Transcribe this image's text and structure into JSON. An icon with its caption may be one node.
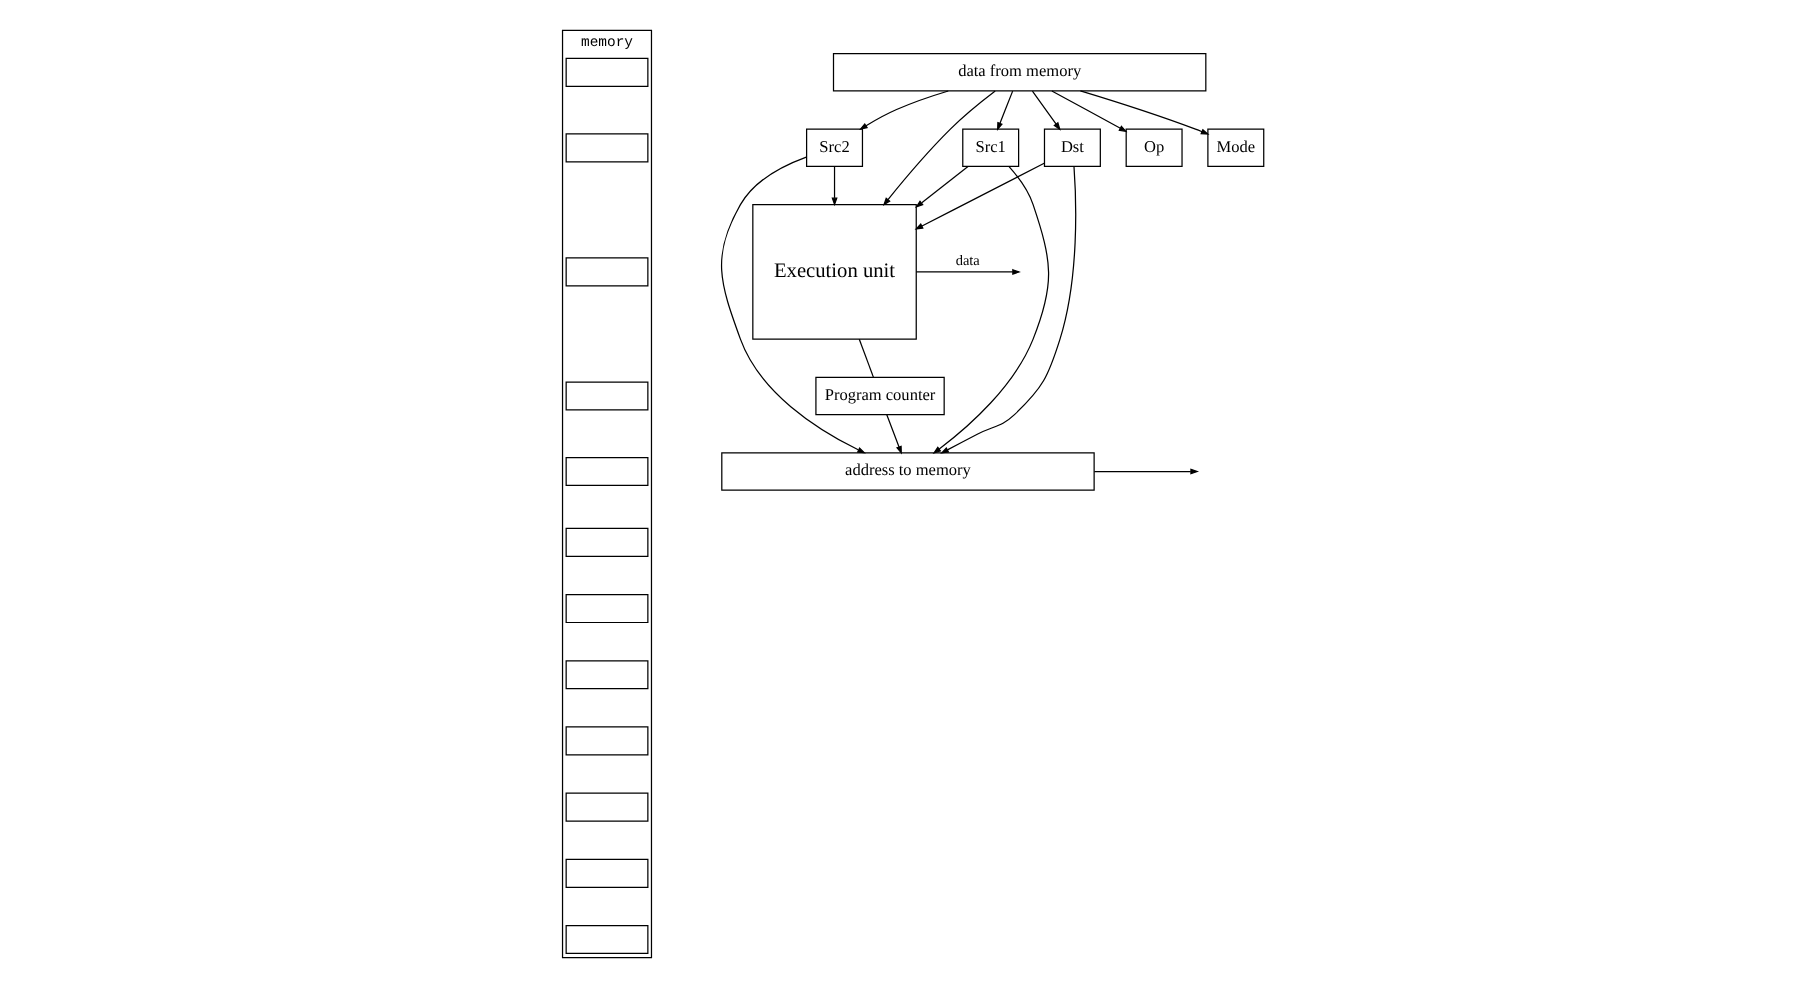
{
  "diagram": {
    "nodes": [
      {
        "text": [
          "memory"
        ]
      },
      {
        "text": [],
        "shape": "box",
        "in": 0
      },
      {
        "text": [],
        "shape": "box",
        "in": 0
      },
      {
        "text": [],
        "shape": "box",
        "in": 0
      },
      {
        "text": [],
        "shape": "box",
        "in": 0
      },
      {
        "text": [],
        "shape": "box",
        "in": 0
      },
      {
        "text": [],
        "shape": "box",
        "in": 0
      },
      {
        "text": [],
        "shape": "box",
        "in": 0
      },
      {
        "text": [],
        "shape": "box",
        "in": 0
      },
      {
        "text": [],
        "shape": "box",
        "in": 0
      },
      {
        "text": [],
        "shape": "box",
        "in": 0
      },
      {
        "text": [],
        "shape": "box",
        "in": 0
      },
      {
        "text": [],
        "shape": "box",
        "in": 0
      },
      {
        "text": [
          "data from memory"
        ]
      },
      {
        "text": [
          "Op"
        ]
      },
      {
        "text": [
          "Mode"
        ]
      },
      {
        "text": [
          "Dst"
        ]
      },
      {
        "text": [
          "Src1"
        ]
      },
      {
        "text": [
          "Src2"
        ]
      },
      {
        "text": [
          "Execution unit"
        ]
      },
      {
        "text": [
          "Program counter"
        ]
      },
      {
        "text": [
          "address to memory"
        ]
      }
    ],
    "edges": [
      {
        "from": 13,
        "to": 14,
        "arrow": "to"
      },
      {
        "from": 13,
        "to": 15,
        "arrow": "to"
      },
      {
        "from": 13,
        "to": 19,
        "arrow": "to"
      },
      {
        "from": 13,
        "to": 16,
        "arrow": "to"
      },
      {
        "from": 13,
        "to": 17,
        "arrow": "to"
      },
      {
        "from": 13,
        "to": 18,
        "arrow": "to"
      },
      {
        "from": 16,
        "to": 19,
        "arrow": "to"
      },
      {
        "from": 17,
        "to": 19,
        "arrow": "to"
      },
      {
        "from": 18,
        "to": 19,
        "arrow": "to"
      },
      {
        "from": 19,
        "to": null,
        "arrow": "to",
        "label": "data"
      },
      {
        "from": 19,
        "to": 20,
        "arrow": "none"
      },
      {
        "from": 20,
        "to": 21,
        "arrow": "to"
      },
      {
        "from": 16,
        "to": 21,
        "arrow": "to"
      },
      {
        "from": 17,
        "to": 21,
        "arrow": "to"
      },
      {
        "from": 18,
        "to": 21,
        "arrow": "to"
      },
      {
        "from": 21,
        "to": null,
        "arrow": "to"
      }
    ]
  }
}
